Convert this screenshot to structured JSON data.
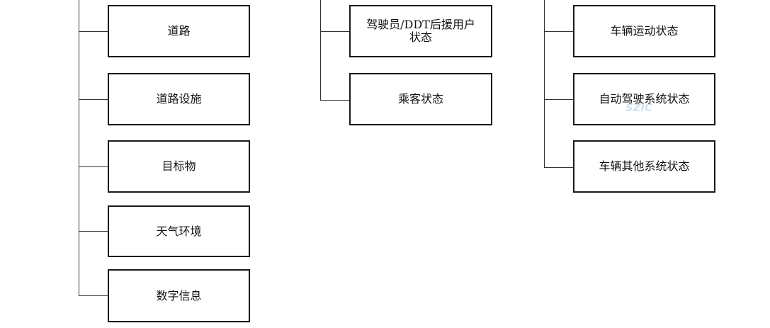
{
  "columns": [
    {
      "id": "environment",
      "items": [
        "道路",
        "道路设施",
        "目标物",
        "天气环境",
        "数字信息"
      ]
    },
    {
      "id": "occupants",
      "items": [
        "驾驶员/DDT后援用户状态",
        "乘客状态"
      ]
    },
    {
      "id": "vehicle",
      "items": [
        "车辆运动状态",
        "自动驾驶系统状态",
        "车辆其他系统状态"
      ]
    }
  ],
  "watermark": {
    "text": "SZIC"
  },
  "colors": {
    "line": "#333333",
    "border": "#1a1a1a",
    "watermark": "#9fc3d9"
  }
}
